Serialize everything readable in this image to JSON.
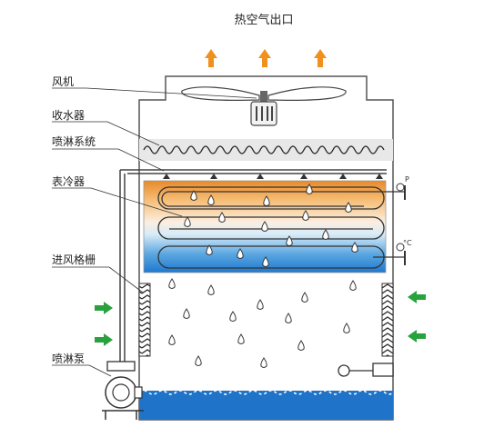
{
  "diagram": {
    "title": "热空气出口",
    "labels": {
      "fan": "风机",
      "water_collector": "收水器",
      "spray_system": "喷淋系统",
      "surface_cooler": "表冷器",
      "inlet_grille": "进风格栅",
      "spray_pump": "喷淋泵"
    },
    "gauges": {
      "pressure": "P",
      "temperature": "°C"
    },
    "colors": {
      "hot": "#e8922e",
      "cool": "#2f88d6",
      "water": "#1f73c8",
      "air_out_arrow": "#f0901e",
      "air_in_arrow": "#28a23c",
      "droplet": "#333333",
      "outline": "#555555"
    },
    "icons": [
      "hot-air-arrow-icon",
      "air-inlet-arrow-icon",
      "water-droplet-icon",
      "fan-icon",
      "pump-icon",
      "float-valve-icon"
    ]
  }
}
